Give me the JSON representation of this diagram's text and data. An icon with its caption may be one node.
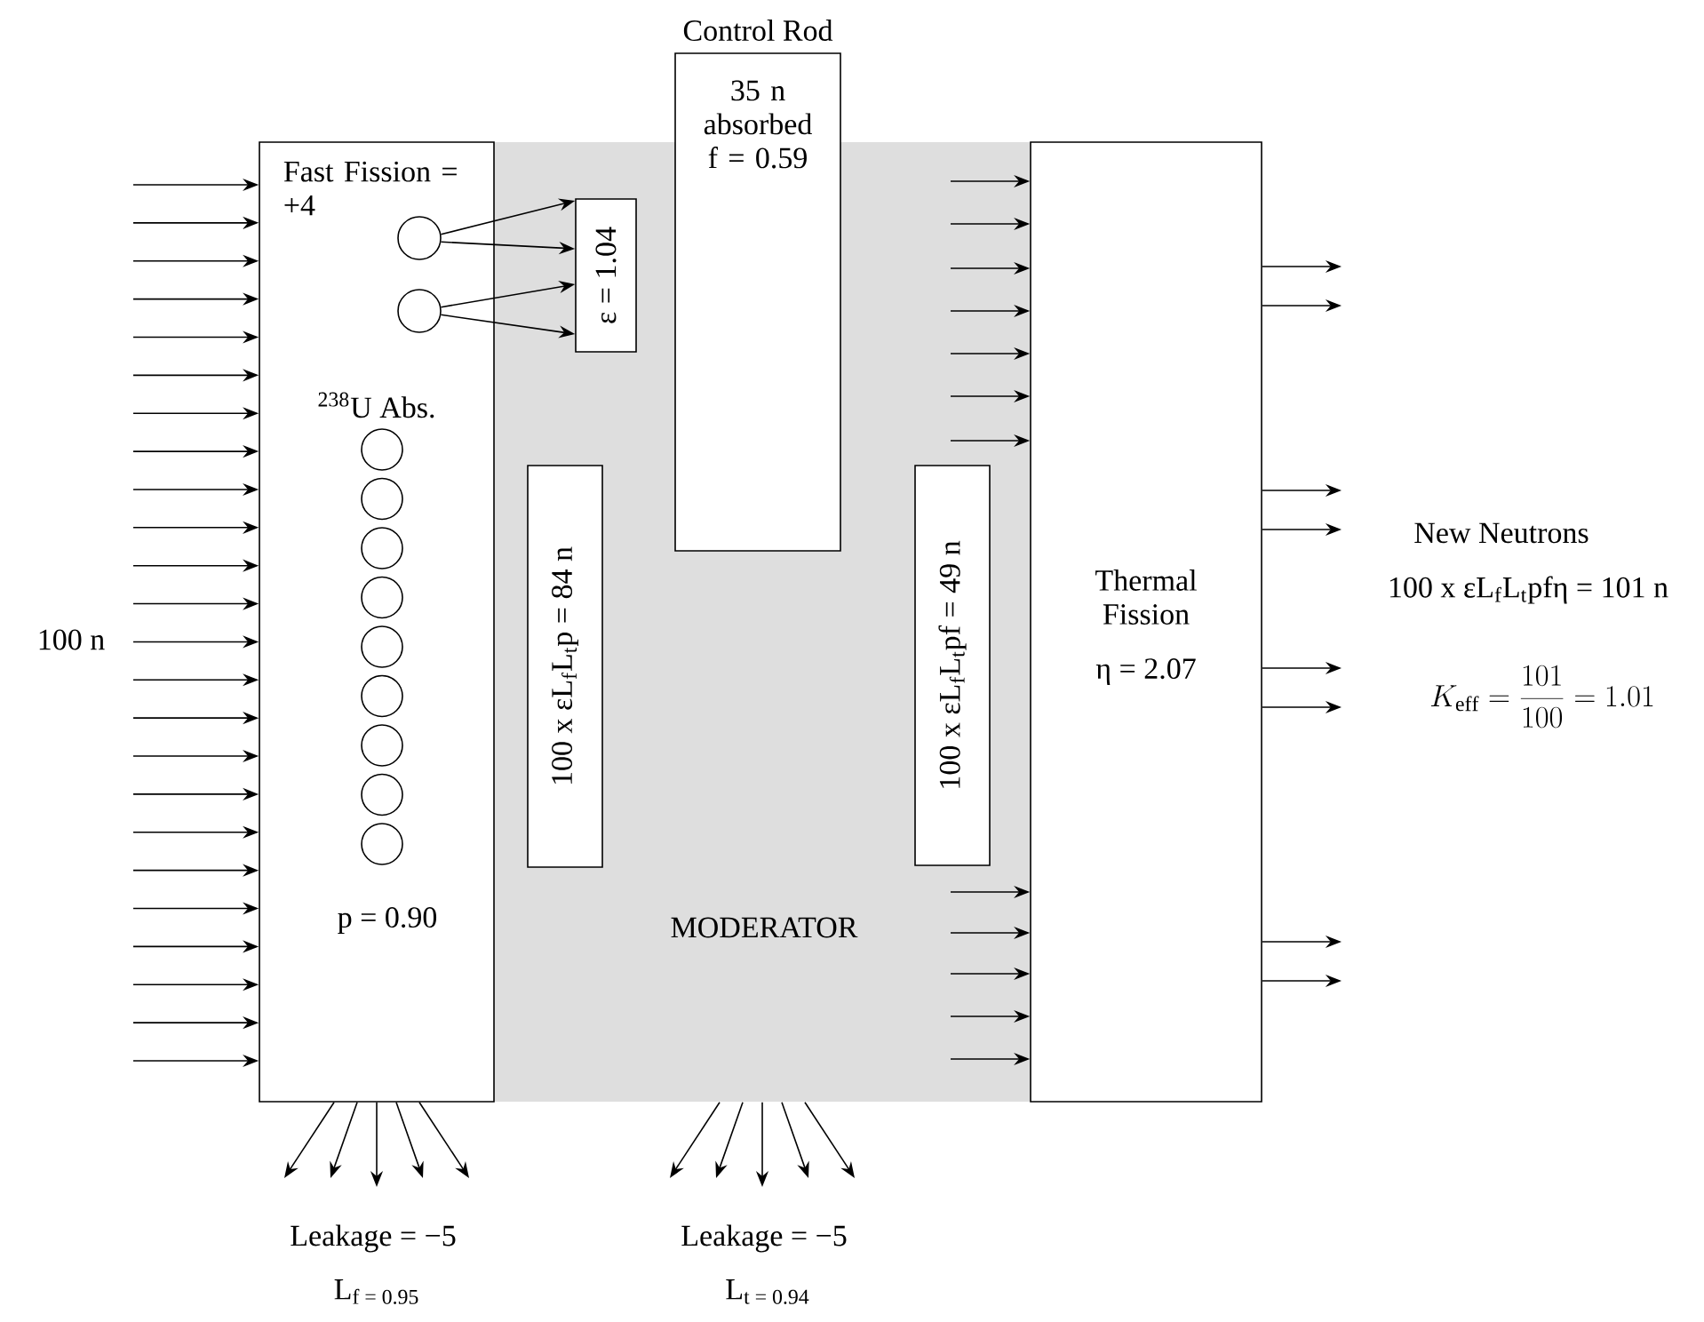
{
  "diagram": {
    "nodes": [
      {
        "text": [
          "Control Rod",
          "35 n absorbed f = 0.59"
        ]
      },
      {
        "text": [
          "Fast Fission = +4",
          "$^{238}$U Abs.",
          "p = 0.90"
        ]
      },
      {
        "text": [],
        "shape": "circle",
        "in": 1
      },
      {
        "text": [],
        "shape": "circle",
        "in": 1
      },
      {
        "text": [],
        "shape": "circle",
        "in": 1
      },
      {
        "text": [],
        "shape": "circle",
        "in": 1
      },
      {
        "text": [],
        "shape": "circle",
        "in": 1
      },
      {
        "text": [],
        "shape": "circle",
        "in": 1
      },
      {
        "text": [],
        "shape": "circle",
        "in": 1
      },
      {
        "text": [],
        "shape": "circle",
        "in": 1
      },
      {
        "text": [],
        "shape": "circle",
        "in": 1
      },
      {
        "text": [],
        "shape": "circle",
        "in": 1
      },
      {
        "text": [],
        "shape": "circle",
        "in": 1
      },
      {
        "text": [
          "MODERATOR"
        ]
      },
      {
        "text": [
          "ε = 1.04"
        ],
        "in": 13
      },
      {
        "text": [
          "100 x εL$_{f}$L$_{t}$p = 84 n"
        ],
        "in": 13
      },
      {
        "text": [
          "100 x εL$_{f}$L$_{t}$pf = 49 n"
        ],
        "in": 13
      },
      {
        "text": [
          "Thermal Fission",
          "η = 2.07"
        ]
      }
    ],
    "edges": [
      {
        "from": 2,
        "to": 14,
        "arrow": "to"
      },
      {
        "from": 2,
        "to": 14,
        "arrow": "to"
      },
      {
        "from": 3,
        "to": 14,
        "arrow": "to"
      },
      {
        "from": 3,
        "to": 14,
        "arrow": "to"
      },
      {
        "from": null,
        "to": 1,
        "arrow": "to"
      },
      {
        "from": null,
        "to": 1,
        "arrow": "to"
      },
      {
        "from": null,
        "to": 1,
        "arrow": "to"
      },
      {
        "from": null,
        "to": 1,
        "arrow": "to"
      },
      {
        "from": null,
        "to": 1,
        "arrow": "to"
      },
      {
        "from": null,
        "to": 1,
        "arrow": "to"
      },
      {
        "from": null,
        "to": 1,
        "arrow": "to"
      },
      {
        "from": null,
        "to": 1,
        "arrow": "to"
      },
      {
        "from": null,
        "to": 1,
        "arrow": "to"
      },
      {
        "from": null,
        "to": 1,
        "arrow": "to"
      },
      {
        "from": null,
        "to": 1,
        "arrow": "to"
      },
      {
        "from": null,
        "to": 1,
        "arrow": "to"
      },
      {
        "from": null,
        "to": 1,
        "arrow": "to"
      },
      {
        "from": null,
        "to": 1,
        "arrow": "to"
      },
      {
        "from": null,
        "to": 1,
        "arrow": "to"
      },
      {
        "from": null,
        "to": 1,
        "arrow": "to"
      },
      {
        "from": null,
        "to": 1,
        "arrow": "to"
      },
      {
        "from": null,
        "to": 1,
        "arrow": "to"
      },
      {
        "from": null,
        "to": 1,
        "arrow": "to"
      },
      {
        "from": null,
        "to": 1,
        "arrow": "to"
      },
      {
        "from": null,
        "to": 1,
        "arrow": "to"
      },
      {
        "from": null,
        "to": 1,
        "arrow": "to"
      },
      {
        "from": null,
        "to": 1,
        "arrow": "to"
      },
      {
        "from": null,
        "to": 1,
        "arrow": "to"
      },
      {
        "from": null,
        "to": 17,
        "arrow": "to"
      },
      {
        "from": null,
        "to": 17,
        "arrow": "to"
      },
      {
        "from": null,
        "to": 17,
        "arrow": "to"
      },
      {
        "from": null,
        "to": 17,
        "arrow": "to"
      },
      {
        "from": null,
        "to": 17,
        "arrow": "to"
      },
      {
        "from": null,
        "to": 17,
        "arrow": "to"
      },
      {
        "from": null,
        "to": 17,
        "arrow": "to"
      },
      {
        "from": null,
        "to": 17,
        "arrow": "to"
      },
      {
        "from": null,
        "to": 17,
        "arrow": "to"
      },
      {
        "from": null,
        "to": 17,
        "arrow": "to"
      },
      {
        "from": null,
        "to": 17,
        "arrow": "to"
      },
      {
        "from": null,
        "to": 17,
        "arrow": "to"
      },
      {
        "from": 17,
        "to": null,
        "arrow": "to"
      },
      {
        "from": 17,
        "to": null,
        "arrow": "to"
      },
      {
        "from": 17,
        "to": null,
        "arrow": "to"
      },
      {
        "from": 17,
        "to": null,
        "arrow": "to"
      },
      {
        "from": 17,
        "to": null,
        "arrow": "to"
      },
      {
        "from": 17,
        "to": null,
        "arrow": "to"
      },
      {
        "from": 17,
        "to": null,
        "arrow": "to"
      },
      {
        "from": 17,
        "to": null,
        "arrow": "to"
      },
      {
        "from": 1,
        "to": null,
        "arrow": "to"
      },
      {
        "from": 1,
        "to": null,
        "arrow": "to"
      },
      {
        "from": 1,
        "to": null,
        "arrow": "to"
      },
      {
        "from": 1,
        "to": null,
        "arrow": "to"
      },
      {
        "from": 1,
        "to": null,
        "arrow": "to"
      },
      {
        "from": 13,
        "to": null,
        "arrow": "to"
      },
      {
        "from": 13,
        "to": null,
        "arrow": "to"
      },
      {
        "from": 13,
        "to": null,
        "arrow": "to"
      },
      {
        "from": 13,
        "to": null,
        "arrow": "to"
      },
      {
        "from": 13,
        "to": null,
        "arrow": "to"
      }
    ],
    "labels": [
      "100 n",
      "New Neutrons",
      "100 x εL$_{f}$L$_{t}$pfη = 101 n",
      "K_{\\mathrm{eff}} = \\frac{101}{100} = 1.01",
      "Leakage = −5",
      "L$_{f = 0.95}$",
      "Leakage = −5",
      "L$_{t = 0.94}$"
    ]
  }
}
